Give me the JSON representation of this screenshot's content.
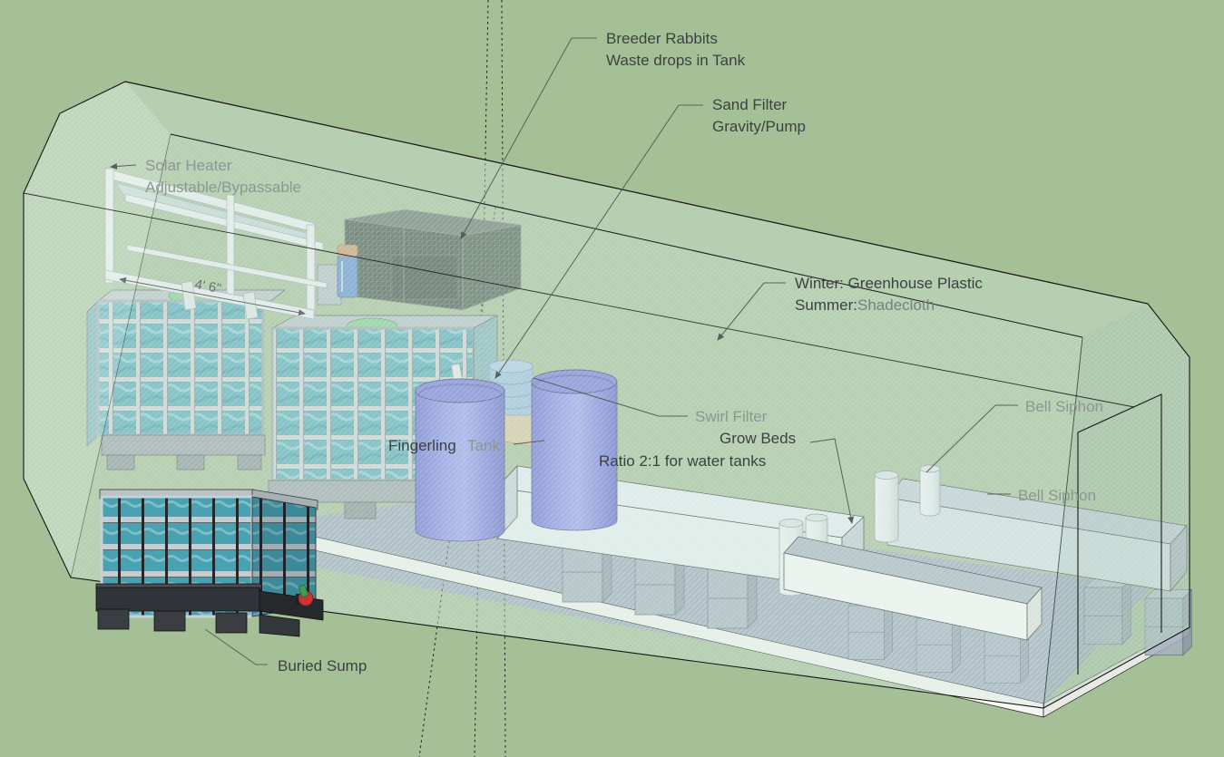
{
  "labels": {
    "solar_heater": {
      "line1": "Solar Heater",
      "line2": "Adjustable/Bypassable"
    },
    "breeder_rabbits": {
      "line1": "Breeder Rabbits",
      "line2": "Waste drops in Tank"
    },
    "sand_filter": {
      "line1": "Sand Filter",
      "line2": "Gravity/Pump"
    },
    "covering": {
      "line1": "Winter: Greenhouse Plastic",
      "line2_prefix": "Summer: ",
      "line2_suffix": "Shadecloth"
    },
    "swirl_filter": {
      "text": "Swirl Filter"
    },
    "grow_beds": {
      "text": "Grow Beds"
    },
    "ratio_note": {
      "text": "Ratio 2:1 for water tanks"
    },
    "fingerling_tank": {
      "prefix": "Fingerling",
      "suffix": "Tank"
    },
    "bell_siphon_upper": {
      "text": "Bell Siphon"
    },
    "bell_siphon_lower": {
      "text": "Bell Siphon"
    },
    "buried_sump": {
      "text": "Buried Sump"
    },
    "dimension_4ft6": {
      "text": "4' 6\""
    }
  },
  "colors": {
    "bg": "#a5c096",
    "greenhouse_tint": "#d0e5d8",
    "floor_gray": "#9ba7bb",
    "slab_white": "#f6f6f3",
    "water_teal": "#54acbc",
    "tank_blue": "#7b80e6",
    "grow_bed_white": "#edf4f6",
    "label_dark": "#3c4144",
    "label_faded": "#8c9793",
    "leader_gray": "#5a5f5e",
    "lid_green": "#82cf90",
    "valve_red": "#cc3333"
  }
}
